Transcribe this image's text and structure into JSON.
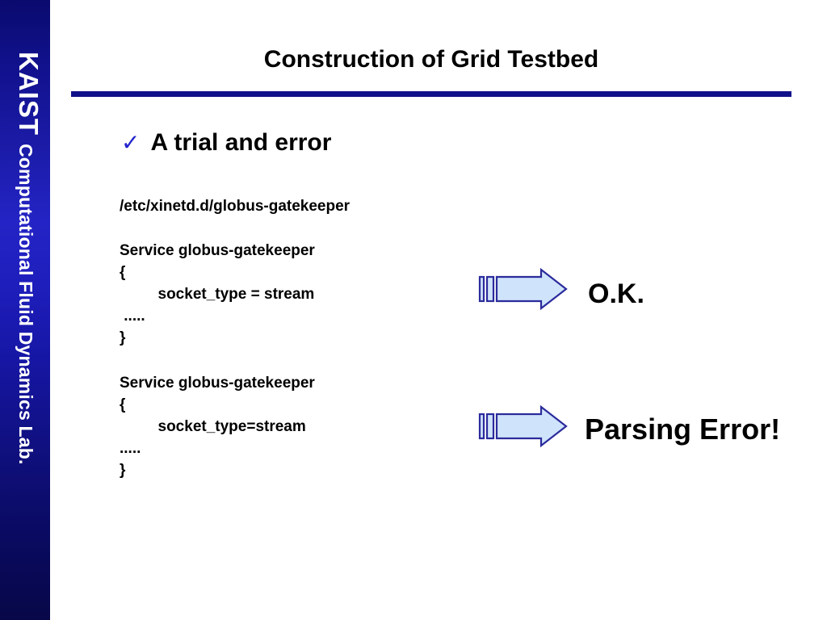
{
  "slide": {
    "title": "Construction of Grid Testbed",
    "background_color": "#ffffff",
    "rule_color": "#11118a"
  },
  "sidebar": {
    "brand": "KAIST",
    "subtitle": "Computational Fluid Dynamics Lab.",
    "text_color": "#ffffff",
    "gradient_start": "#0a0a6e",
    "gradient_mid": "#2424c6",
    "gradient_end": "#070748"
  },
  "bullet": {
    "marker": "check-mark",
    "marker_glyph": "✓",
    "marker_color": "#2222cc",
    "label": "A trial and error"
  },
  "code": {
    "path": "/etc/xinetd.d/globus-gatekeeper",
    "ok_block": "Service globus-gatekeeper\n{\n         socket_type = stream\n .....\n}",
    "error_block": "Service globus-gatekeeper\n{\n         socket_type=stream\n.....\n}"
  },
  "arrows": [
    {
      "name": "striped-right-arrow",
      "fill_color": "#cfe3fa",
      "stroke_color": "#2b2b9c",
      "points_to": "O.K."
    },
    {
      "name": "striped-right-arrow",
      "fill_color": "#cfe3fa",
      "stroke_color": "#2b2b9c",
      "points_to": "Parsing Error!"
    }
  ],
  "results": {
    "ok": "O.K.",
    "error": "Parsing Error!"
  }
}
